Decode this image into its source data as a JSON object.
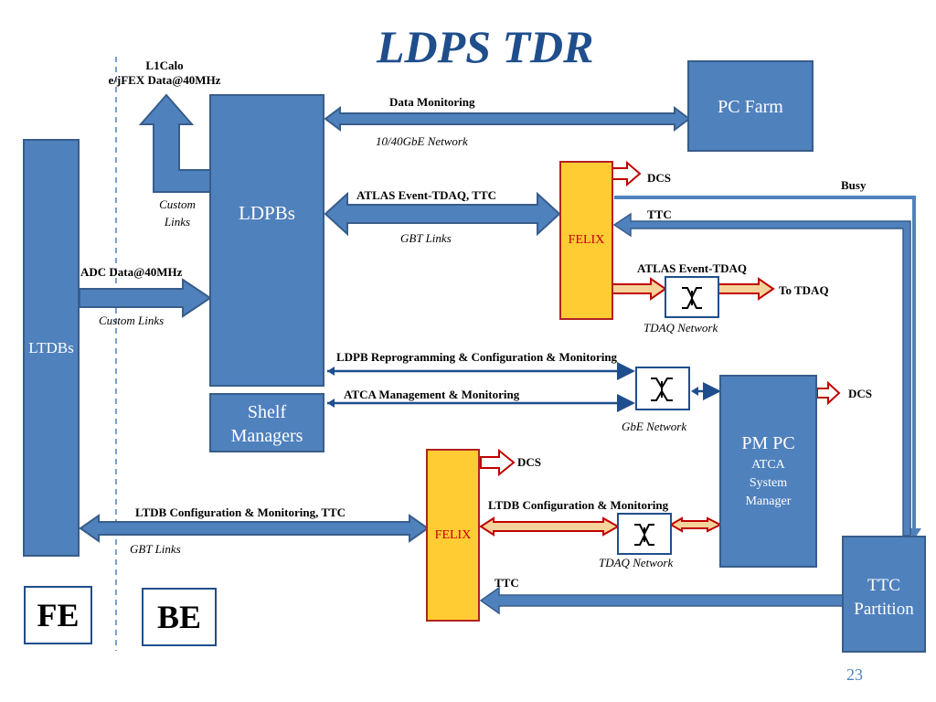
{
  "title": "LDPS TDR",
  "page_number": "23",
  "blocks": {
    "ltdbs": "LTDBs",
    "ldpbs": "LDPBs",
    "shelf_managers": "Shelf Managers",
    "pc_farm": "PC Farm",
    "felix_top": "FELIX",
    "felix_bottom": "FELIX",
    "pm_pc_title": "PM PC",
    "pm_pc_sub": "ATCA System Manager",
    "ttc_partition": "TTC Partition",
    "fe": "FE",
    "be": "BE"
  },
  "labels": {
    "l1calo": "L1Calo",
    "l1calo_data": "e/jFEX Data@40MHz",
    "custom_links_top": "Custom Links",
    "adc_data": "ADC Data@40MHz",
    "custom_links": "Custom Links",
    "data_monitoring": "Data Monitoring",
    "network_10_40": "10/40GbE Network",
    "atlas_event_tdaq_ttc": "ATLAS Event-TDAQ, TTC",
    "gbt_links_top": "GBT Links",
    "dcs_top": "DCS",
    "busy": "Busy",
    "ttc_top": "TTC",
    "atlas_event_tdaq": "ATLAS Event-TDAQ",
    "to_tdaq": "To TDAQ",
    "tdaq_network_top": "TDAQ Network",
    "ldpb_reprogramming": "LDPB Reprogramming & Configuration & Monitoring",
    "atca_management": "ATCA Management & Monitoring",
    "gbe_network": "GbE Network",
    "dcs_pm": "DCS",
    "dcs_bottom": "DCS",
    "ltdb_config_ttc": "LTDB Configuration & Monitoring, TTC",
    "gbt_links_bottom": "GBT Links",
    "ltdb_config": "LTDB Configuration & Monitoring",
    "tdaq_network_bottom": "TDAQ Network",
    "ttc_bottom": "TTC"
  },
  "colors": {
    "block_fill": "#4f81bd",
    "block_border": "#385d8a",
    "felix_fill": "#ffcc33",
    "felix_border": "#b22222",
    "title": "#1f4e8c"
  }
}
